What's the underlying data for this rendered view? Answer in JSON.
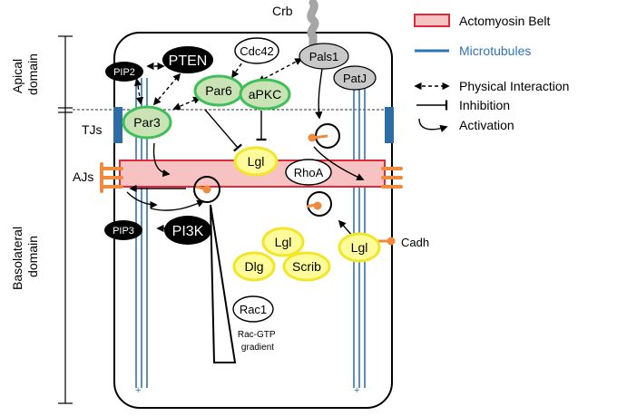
{
  "labels": {
    "crb": "Crb",
    "apical_domain": [
      "Apical",
      "domain"
    ],
    "basolateral_domain": [
      "Basolateral",
      "domain"
    ],
    "tjs": "TJs",
    "ajs": "AJs",
    "cadh": "Cadh",
    "rac_gtp_gradient": [
      "Rac-GTP",
      "gradient"
    ],
    "plus": "+"
  },
  "nodes": {
    "pip2": "PIP2",
    "pten": "PTEN",
    "cdc42": "Cdc42",
    "pals1": "Pals1",
    "patj": "PatJ",
    "par6": "Par6",
    "apkc": "aPKC",
    "par3": "Par3",
    "lgl_center": "Lgl",
    "rhoa": "RhoA",
    "pip3": "PIP3",
    "pi3k": "PI3K",
    "lgl_cluster": "Lgl",
    "dlg": "Dlg",
    "scrib": "Scrib",
    "lgl_right": "Lgl",
    "rac1": "Rac1"
  },
  "legend": {
    "items": [
      {
        "name": "actomyosin-belt",
        "label": "Actomyosin Belt",
        "color": "#e0293a"
      },
      {
        "name": "microtubules",
        "label": "Microtubules",
        "color": "#2e75b6"
      },
      {
        "name": "physical-interaction",
        "label": "Physical Interaction"
      },
      {
        "name": "inhibition",
        "label": "Inhibition"
      },
      {
        "name": "activation",
        "label": "Activation"
      }
    ]
  },
  "colors": {
    "green_fill": "#c9e3b5",
    "green_stroke": "#3fbf5a",
    "yellow_fill": "#fefc9a",
    "yellow_stroke": "#f2e62a",
    "grey_fill": "#c8c8c8",
    "belt_fill": "#f7c2c2",
    "belt_stroke": "#e0293a",
    "microtubule": "#2e75b6",
    "junction": "#2e6da4",
    "cadherin": "#f08a3c",
    "black": "#000000"
  }
}
